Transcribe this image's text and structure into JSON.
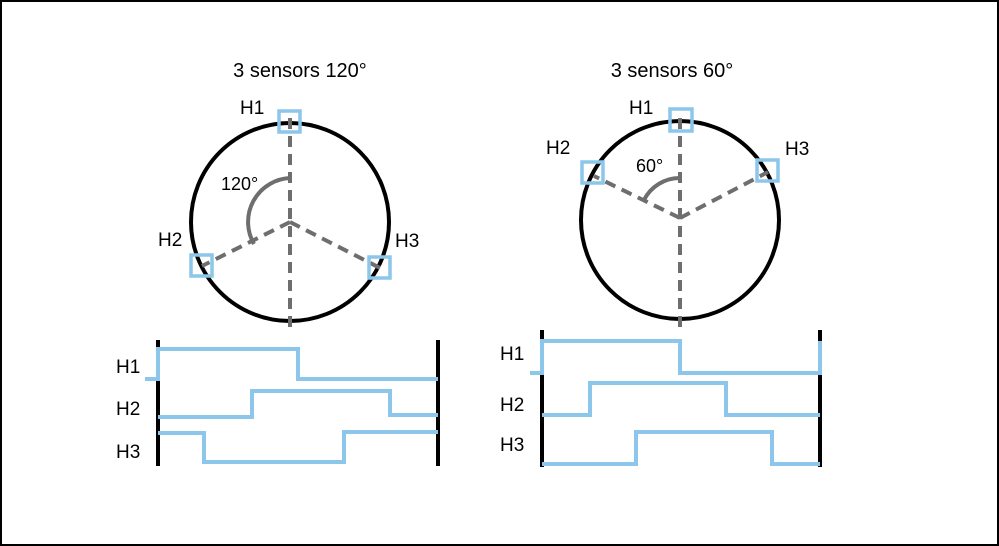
{
  "colors": {
    "frame": "#000000",
    "circle": "#000000",
    "dash": "#6e6e6e",
    "sensor": "#8cc6ea",
    "signal": "#8cc6ea",
    "bar": "#000000"
  },
  "left": {
    "title": "3 sensors 120°",
    "angle_label": "120°",
    "sensors": {
      "h1": "H1",
      "h2": "H2",
      "h3": "H3"
    },
    "waves": {
      "h1": "H1",
      "h2": "H2",
      "h3": "H3"
    }
  },
  "right": {
    "title": "3 sensors 60°",
    "angle_label": "60°",
    "sensors": {
      "h1": "H1",
      "h2": "H2",
      "h3": "H3"
    },
    "waves": {
      "h1": "H1",
      "h2": "H2",
      "h3": "H3"
    }
  }
}
